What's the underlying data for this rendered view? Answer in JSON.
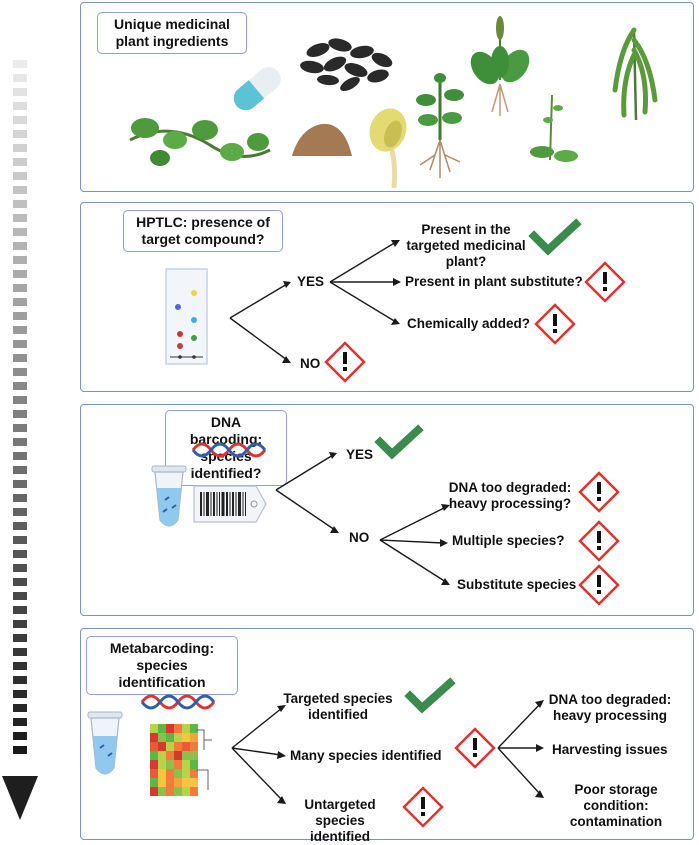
{
  "panel1": {
    "title": "Unique medicinal plant ingredients"
  },
  "panel2": {
    "title": "HPTLC: presence of target compound?",
    "yes": "YES",
    "no": "NO",
    "outcomes": [
      "Present in the targeted medicinal plant?",
      "Present in plant substitute?",
      "Chemically added?"
    ]
  },
  "panel3": {
    "title": "DNA barcoding: species identified?",
    "yes": "YES",
    "no": "NO",
    "outcomes": [
      "DNA too degraded: heavy processing?",
      "Multiple species?",
      "Substitute species"
    ]
  },
  "panel4": {
    "title": "Metabarcoding: species identification",
    "outcomes": [
      "Targeted species identified",
      "Many species identified",
      "Untargeted species identified"
    ],
    "causes": [
      "DNA too degraded: heavy processing",
      "Harvesting issues",
      "Poor storage condition: contamination"
    ]
  },
  "colors": {
    "check": "#3b8a4e",
    "warning": "#e0332f",
    "panel_border": "#7b93c4",
    "arrow": "#1a1a1a"
  }
}
